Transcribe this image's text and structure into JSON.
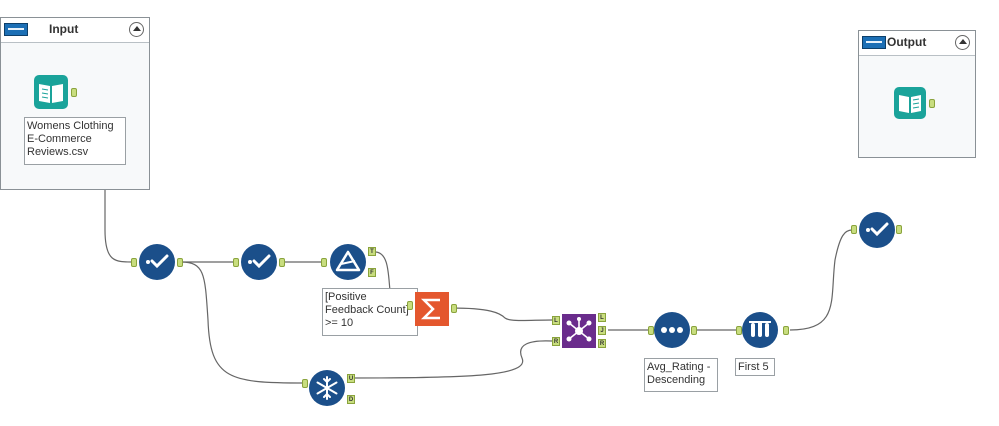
{
  "containers": {
    "input": {
      "title": "Input"
    },
    "output": {
      "title": "Output"
    }
  },
  "annotations": {
    "input_file": "Womens Clothing\nE-Commerce\nReviews.csv",
    "filter_expr": "[Positive\nFeedback Count]\n>= 10",
    "sort_desc": "Avg_Rating -\nDescending",
    "sample": "First 5"
  },
  "anchor_labels": {
    "filter_true": "T",
    "filter_false": "F",
    "join_left": "L",
    "join_join": "J",
    "join_right": "R",
    "join_in_left": "L",
    "join_in_right": "R",
    "formula_u": "U",
    "formula_d": "D"
  },
  "colors": {
    "tool_blue": "#1b4f8a",
    "summarize_orange": "#e4572e",
    "join_purple": "#6a2c8c",
    "input_teal": "#1aa39a",
    "anchor_green": "#c8dd7f",
    "wire": "#666666"
  },
  "icons": [
    "book-icon",
    "checkmark-icon",
    "filter-triangle-icon",
    "sigma-icon",
    "join-network-icon",
    "snowflake-icon",
    "sort-dots-icon",
    "test-tubes-icon",
    "output-book-icon",
    "collapse-icon"
  ]
}
